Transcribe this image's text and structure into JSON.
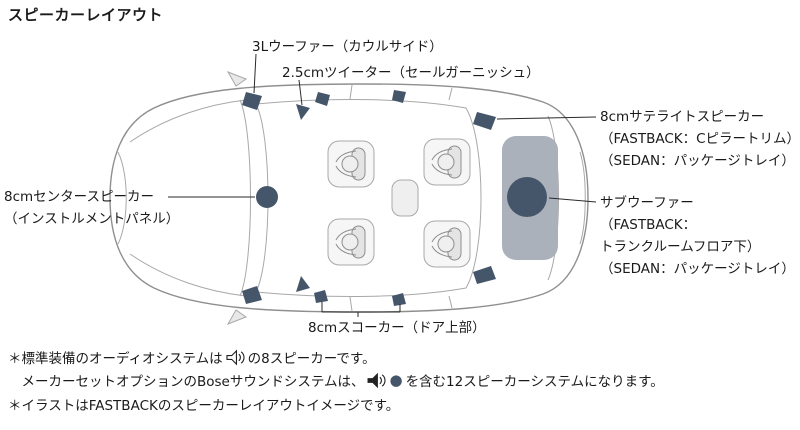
{
  "page": {
    "title": "スピーカーレイアウト"
  },
  "labels": {
    "woofer3l": "3Lウーファー（カウルサイド）",
    "tweeter": "2.5cmツイーター（セールガーニッシュ）",
    "satellite": {
      "line1": "8cmサテライトスピーカー",
      "line2": "（FASTBACK：Cピラートリム）",
      "line3": "（SEDAN：パッケージトレイ）"
    },
    "center": {
      "line1": "8cmセンタースピーカー",
      "line2": "（インストルメントパネル）"
    },
    "subwoofer": {
      "line1": "サブウーファー",
      "line2": "（FASTBACK：",
      "line3": "トランクルームフロア下）",
      "line4": "（SEDAN：パッケージトレイ）"
    },
    "squawker": "8cmスコーカー（ドア上部）"
  },
  "footnotes": {
    "note1_pre": "＊標準装備のオーディオシステムは",
    "note1_post": "の8スピーカーです。",
    "note2_pre": "　メーカーセットオプションのBoseサウンドシステムは、",
    "note2_dot": "●",
    "note2_post": "を含む12スピーカーシステムになります。",
    "note3": "＊イラストはFASTBACKのスピーカーレイアウトイメージです。"
  },
  "icons": {
    "speaker_outline": "speaker-with-sound-waves-outline",
    "speaker_filled": "speaker-with-sound-waves-filled"
  },
  "colors": {
    "speaker_dark": "#46566a",
    "car_line": "#8f8f8f",
    "text": "#1a1a1a"
  }
}
